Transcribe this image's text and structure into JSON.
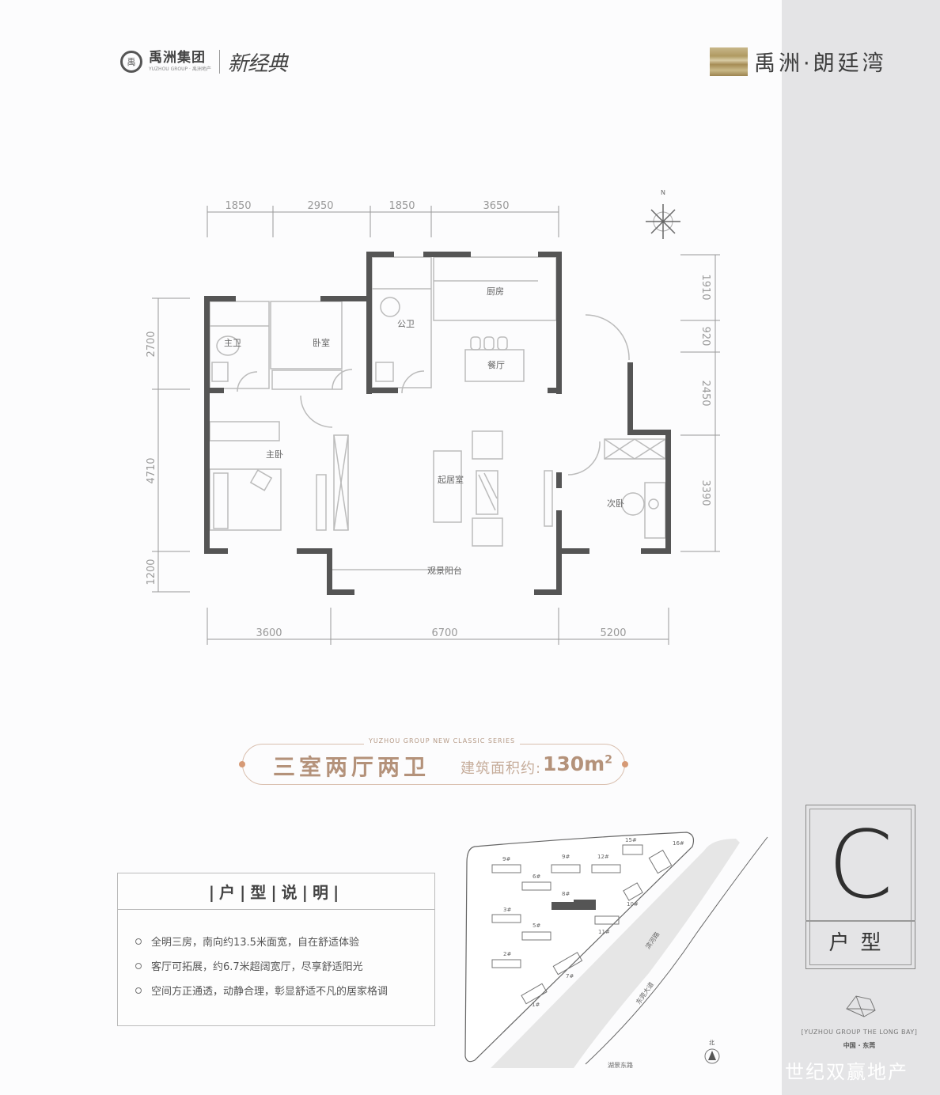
{
  "header": {
    "group_logo_glyph": "禹",
    "group_name": "禹洲集团",
    "group_sub": "YUZHOU GROUP · 禹洲地产",
    "project_calligraphy": "新经典",
    "brand_name": "禹洲·朗廷湾"
  },
  "plan": {
    "compass_label": "N",
    "dimensions": {
      "top": [
        "1850",
        "2950",
        "1850",
        "3650"
      ],
      "bottom": [
        "3600",
        "6700",
        "5200"
      ],
      "left": [
        "2700",
        "4710",
        "1200"
      ],
      "right": [
        "1910",
        "920",
        "2450",
        "3390"
      ]
    },
    "rooms": {
      "bath_master": "主卫",
      "bedroom_small": "卧室",
      "bath_public": "公卫",
      "kitchen": "厨房",
      "dining": "餐厅",
      "master_bedroom": "主卧",
      "living": "起居室",
      "balcony": "观景阳台",
      "second_bedroom": "次卧"
    }
  },
  "title": {
    "top_caption": "YUZHOU GROUP NEW CLASSIC SERIES",
    "layout": "三室两厅两卫",
    "area_label": "建筑面积约:",
    "area_value": "130m",
    "area_unit_sup": "2"
  },
  "description": {
    "heading": "|户|型|说|明|",
    "items": [
      "全明三房，南向约13.5米面宽，自在舒适体验",
      "客厅可拓展，约6.7米超阔宽厅，尽享舒适阳光",
      "空间方正通透，动静合理，彰显舒适不凡的居家格调"
    ]
  },
  "sitemap": {
    "buildings": [
      "9#",
      "9#",
      "12#",
      "15#",
      "16#",
      "6#",
      "8#",
      "10#",
      "3#",
      "5#",
      "11#",
      "2#",
      "7#",
      "1#"
    ],
    "roads": [
      "滨河路",
      "东莞大道",
      "湖景东路"
    ],
    "north_label": "北"
  },
  "badge": {
    "letter": "C",
    "type_label": "户型"
  },
  "footer": {
    "english": "[YUZHOU GROUP THE LONG BAY]",
    "location": "中国 · 东莞",
    "watermark": "世纪双赢地产"
  },
  "colors": {
    "wall": "#555555",
    "accent_gold": "#b4927a",
    "strip": "#e4e4e6"
  }
}
